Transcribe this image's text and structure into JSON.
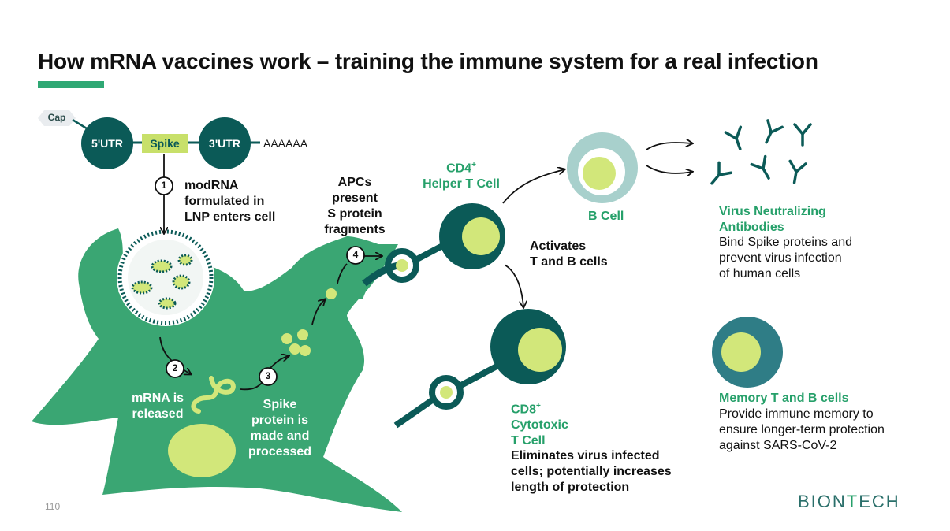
{
  "title": "How mRNA vaccines work – training the immune system for a real infection",
  "mrna": {
    "cap": "Cap",
    "utr5": "5'UTR",
    "spike": "Spike",
    "utr3": "3'UTR",
    "polya": "AAAAAA"
  },
  "steps": {
    "s1": "1",
    "s2": "2",
    "s3": "3",
    "s4": "4",
    "step1_label": [
      "modRNA",
      "formulated in",
      "LNP enters cell"
    ],
    "step2_label": [
      "mRNA is",
      "released"
    ],
    "step3_label": [
      "Spike",
      "protein is",
      "made and",
      "processed"
    ],
    "step4_label": [
      "APCs",
      "present",
      "S protein",
      "fragments"
    ]
  },
  "cd4": {
    "line1": "CD4",
    "sup": "+",
    "line2": "Helper T Cell"
  },
  "activates": [
    "Activates",
    "T and B cells"
  ],
  "bcell": "B Cell",
  "antibodies": {
    "title": [
      "Virus Neutralizing",
      "Antibodies"
    ],
    "desc": [
      "Bind Spike proteins and",
      "prevent virus infection",
      "of human cells"
    ]
  },
  "cd8": {
    "line1": "CD8",
    "sup": "+",
    "line2": "Cytotoxic",
    "line3": "T Cell",
    "desc": [
      "Eliminates virus infected",
      "cells; potentially increases",
      "length of protection"
    ]
  },
  "memory": {
    "title": "Memory T and B cells",
    "desc": [
      "Provide immune memory to",
      "ensure longer-term protection",
      "against SARS-CoV-2"
    ]
  },
  "page_number": "110",
  "logo": {
    "part1": "BION",
    "part2": "T",
    "part3": "ECH"
  },
  "colors": {
    "dendritic": "#3aa673",
    "dark_teal": "#0b5a57",
    "light_green": "#d2e77a",
    "spike_box": "#c8e06a",
    "b_cell": "#a8d0cc",
    "accent_green": "#26a06a"
  }
}
